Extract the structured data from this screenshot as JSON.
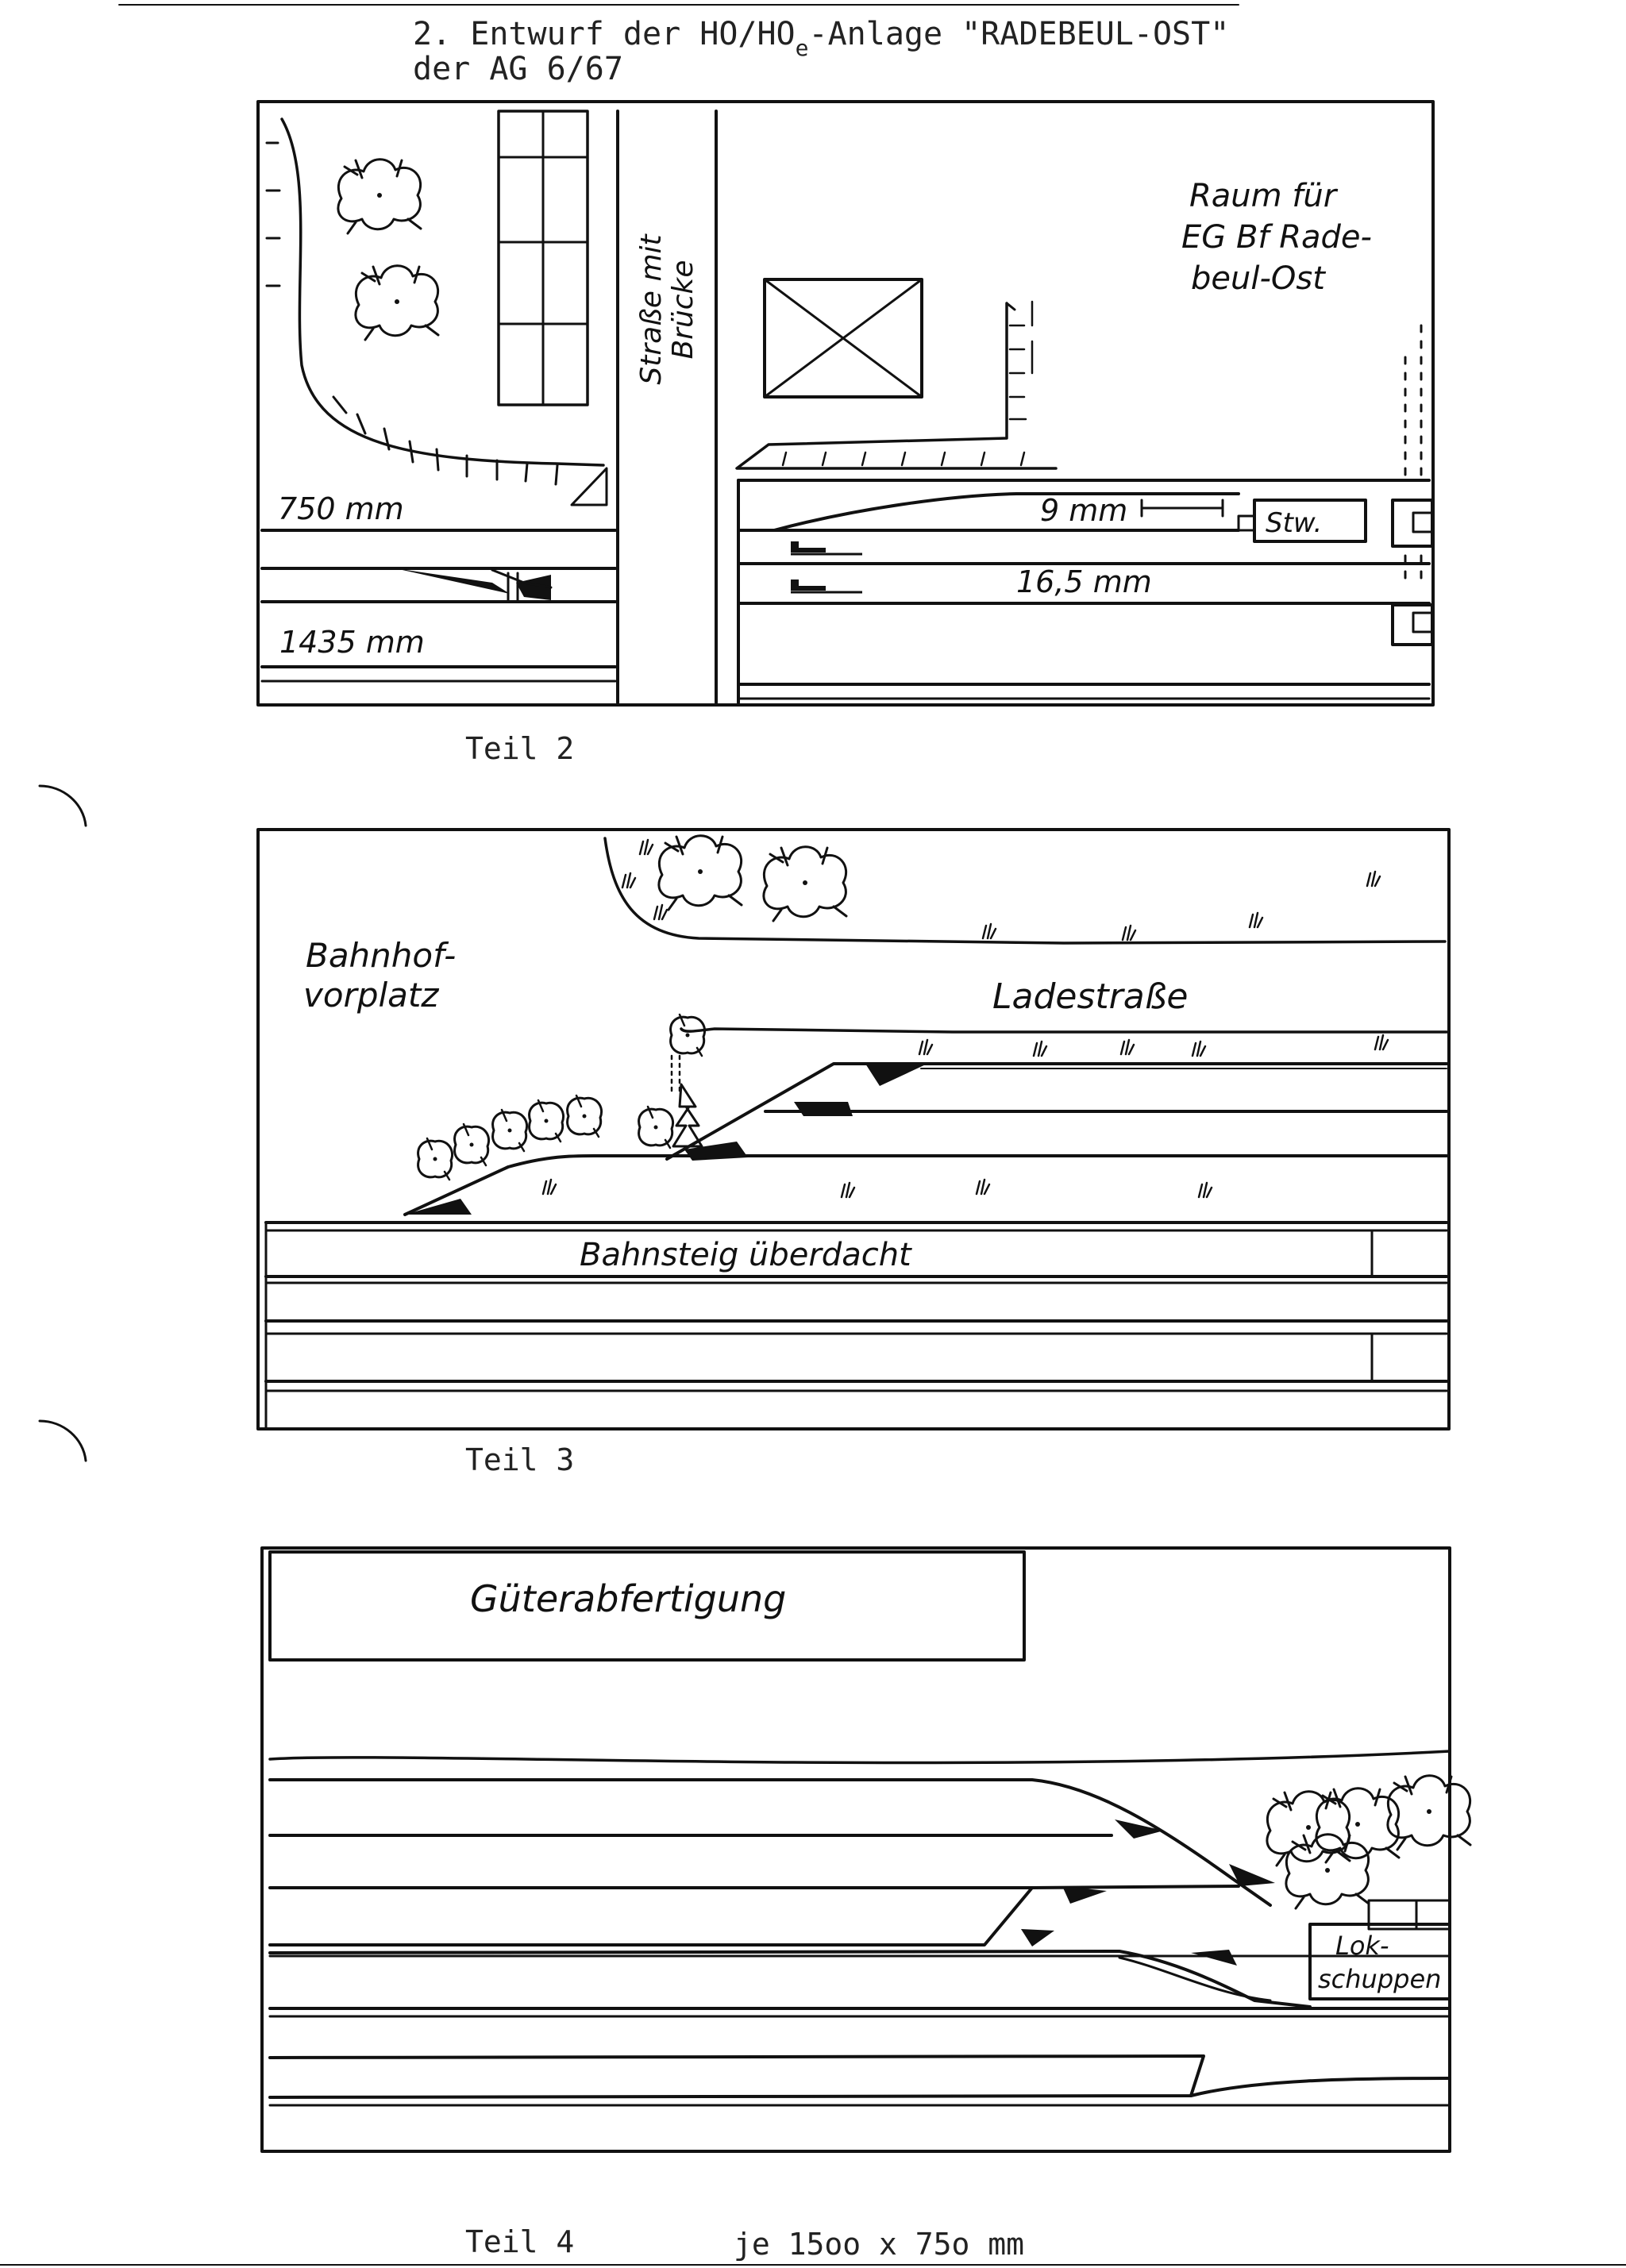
{
  "header": {
    "line1_pre": "2. Entwurf der HO/HO",
    "line1_sub": "e",
    "line1_post": "-Anlage \"RADEBEUL-OST\"",
    "line2": "der AG 6/67"
  },
  "teil2": {
    "caption": "Teil 2",
    "bridge_road_1": "Straße mit",
    "bridge_road_2": "Brücke",
    "space_note_1": "Raum für",
    "space_note_2": "EG Bf Rade-",
    "space_note_3": "beul-Ost",
    "gauge_narrow_left": "750 mm",
    "gauge_standard_left": "1435 mm",
    "gauge_narrow_right": "9 mm",
    "gauge_standard_right": "16,5 mm",
    "signal_box": "Stw."
  },
  "teil3": {
    "caption": "Teil 3",
    "station_forecourt_1": "Bahnhof-",
    "station_forecourt_2": "vorplatz",
    "loading_road": "Ladestraße",
    "platform": "Bahnsteig überdacht"
  },
  "teil4": {
    "caption": "Teil 4",
    "goods_office": "Güterabfertigung",
    "loco_shed_1": "Lok-",
    "loco_shed_2": "schuppen",
    "size_note": "je 15oo x 75o mm"
  }
}
